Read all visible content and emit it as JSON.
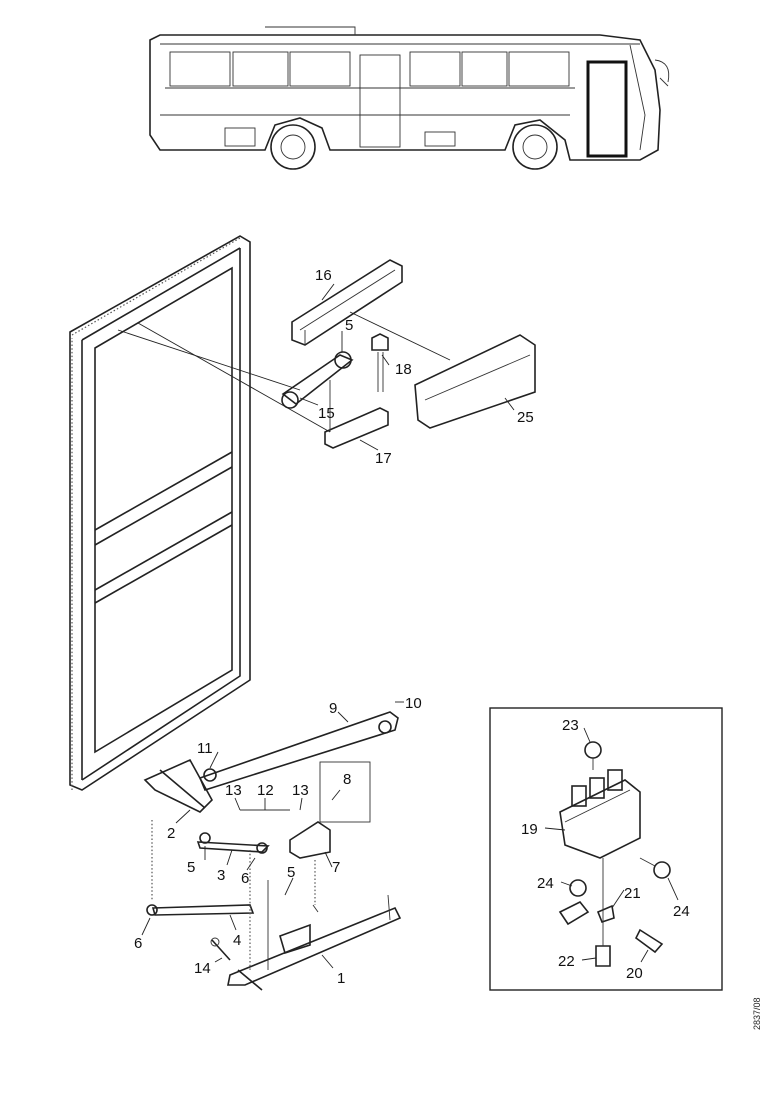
{
  "callouts": [
    {
      "id": "c1",
      "text": "1"
    },
    {
      "id": "c2",
      "text": "2"
    },
    {
      "id": "c3",
      "text": "3"
    },
    {
      "id": "c4",
      "text": "4"
    },
    {
      "id": "c5a",
      "text": "5"
    },
    {
      "id": "c5b",
      "text": "5"
    },
    {
      "id": "c5c",
      "text": "5"
    },
    {
      "id": "c6a",
      "text": "6"
    },
    {
      "id": "c6b",
      "text": "6"
    },
    {
      "id": "c7",
      "text": "7"
    },
    {
      "id": "c8",
      "text": "8"
    },
    {
      "id": "c9",
      "text": "9"
    },
    {
      "id": "c10",
      "text": "10"
    },
    {
      "id": "c11",
      "text": "11"
    },
    {
      "id": "c12",
      "text": "12"
    },
    {
      "id": "c13a",
      "text": "13"
    },
    {
      "id": "c13b",
      "text": "13"
    },
    {
      "id": "c14",
      "text": "14"
    },
    {
      "id": "c15",
      "text": "15"
    },
    {
      "id": "c16",
      "text": "16"
    },
    {
      "id": "c17",
      "text": "17"
    },
    {
      "id": "c18",
      "text": "18"
    },
    {
      "id": "c19",
      "text": "19"
    },
    {
      "id": "c20",
      "text": "20"
    },
    {
      "id": "c21",
      "text": "21"
    },
    {
      "id": "c22",
      "text": "22"
    },
    {
      "id": "c23",
      "text": "23"
    },
    {
      "id": "c24a",
      "text": "24"
    },
    {
      "id": "c24b",
      "text": "24"
    },
    {
      "id": "c25",
      "text": "25"
    }
  ],
  "reference_code": "2837/08"
}
